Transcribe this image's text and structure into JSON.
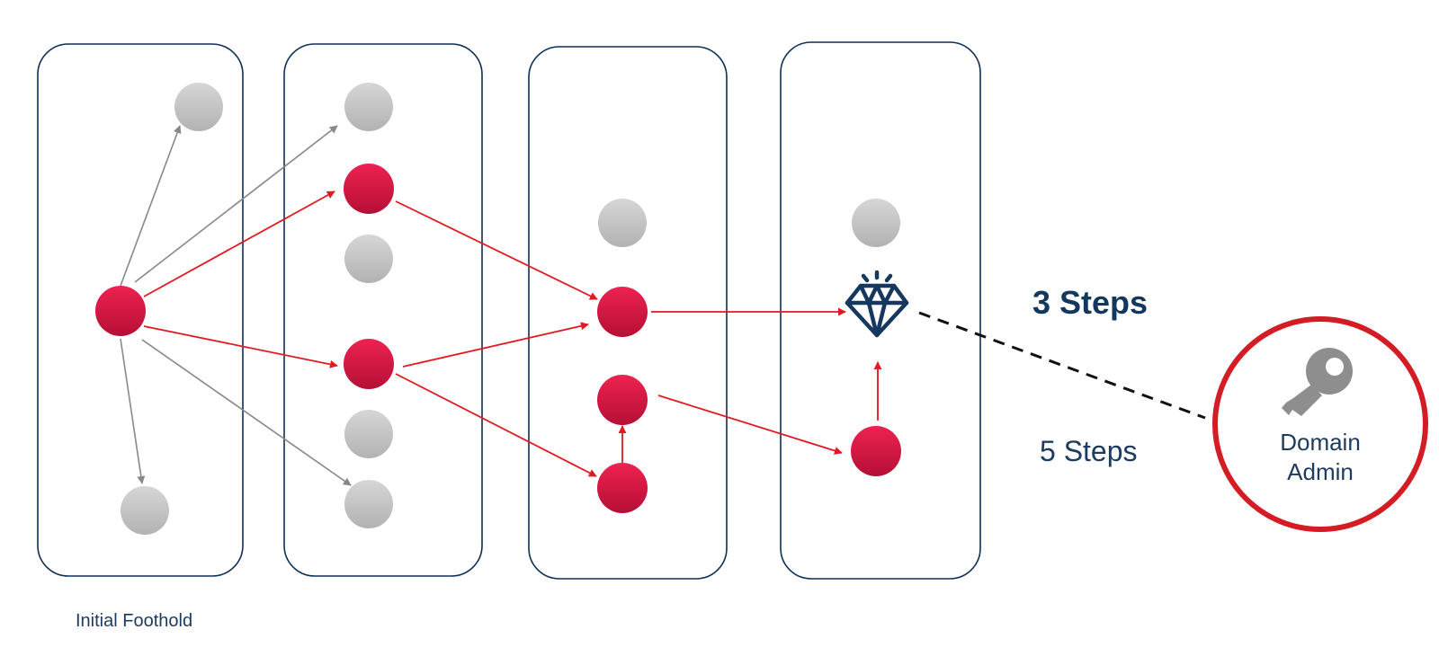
{
  "labels": {
    "initial_foothold": "Initial Foothold",
    "short_path": "3 Steps",
    "long_path": "5 Steps"
  },
  "target": {
    "line1": "Domain",
    "line2": "Admin",
    "icon": "key-icon"
  },
  "crown_jewel_icon": "diamond-icon",
  "colors": {
    "column_border": "#0f2f57",
    "node_red": "#d5143f",
    "node_gray": "#c7c7c7",
    "path_red": "#e11a22",
    "edge_gray": "#888888",
    "text_navy": "#1d3a5f",
    "diamond_navy": "#16385f",
    "target_ring": "#d31c24",
    "key_gray": "#8e8e8e"
  }
}
